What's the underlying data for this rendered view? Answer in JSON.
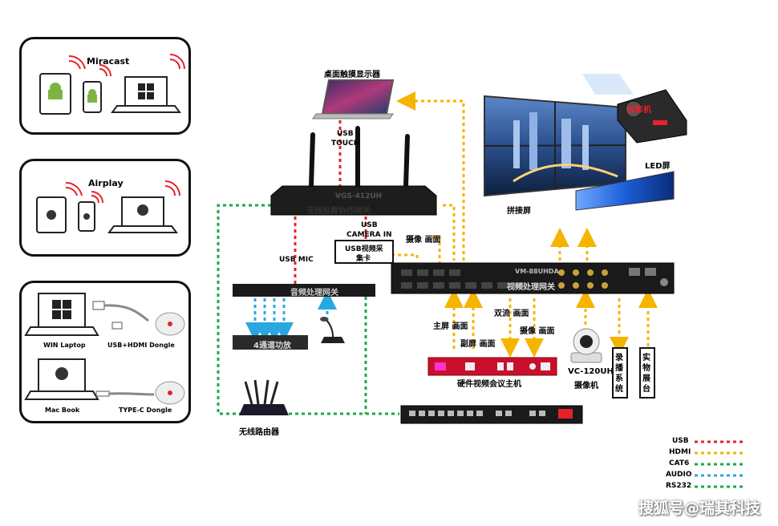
{
  "colors": {
    "usb": "#e8202a",
    "hdmi": "#f5b400",
    "cat6": "#19a94b",
    "audio": "#29a7e1",
    "rs232": "#19a94b"
  },
  "panels": {
    "miracast": {
      "title": "Miracast"
    },
    "airplay": {
      "title": "Airplay"
    },
    "wired": {
      "win_laptop": "WIN Laptop",
      "usb_hdmi_dongle": "USB+HDMI Dongle",
      "macbook": "Mac Book",
      "typec_dongle": "TYPE-C Dongle"
    }
  },
  "devices": {
    "desktop_touch_display": "桌面触摸显示器",
    "usb_touch_1": "USB",
    "usb_touch_2": "TOUCH",
    "gateway_model": "VGS-412UH",
    "gateway_name": "无线投屏协作网关",
    "usb_camera_1": "USB",
    "usb_camera_2": "CAMERA IN",
    "usb_capture_1": "USB视频采",
    "usb_capture_2": "集卡",
    "usb_mic": "USB MIC",
    "audio_gateway": "音频处理网关",
    "amp": "4通道功放",
    "router": "无线路由器",
    "video_processor_model": "VM-88UHDA",
    "video_processor_name": "视频处理网关",
    "splice_screen": "拼接屏",
    "led_screen": "LED屏",
    "projector": "投影机",
    "conf_host": "硬件视频会议主机",
    "camera_model": "VC-120UH",
    "camera_name": "摄像机",
    "recorder": "录播系统",
    "visualizer": "实物展台"
  },
  "flow_labels": {
    "cam_img": "摄像 画面",
    "main_screen": "主屏 画面",
    "sub_screen": "副屏 画面",
    "dual_stream": "双流 画面",
    "cam_img2": "摄像 画面"
  },
  "legend": [
    {
      "label": "USB",
      "color": "#e8202a"
    },
    {
      "label": "HDMI",
      "color": "#f5b400"
    },
    {
      "label": "CAT6",
      "color": "#19a94b"
    },
    {
      "label": "AUDIO",
      "color": "#29a7e1"
    },
    {
      "label": "RS232",
      "color": "#19a94b"
    }
  ],
  "watermark": "搜狐号@瑞其科技"
}
